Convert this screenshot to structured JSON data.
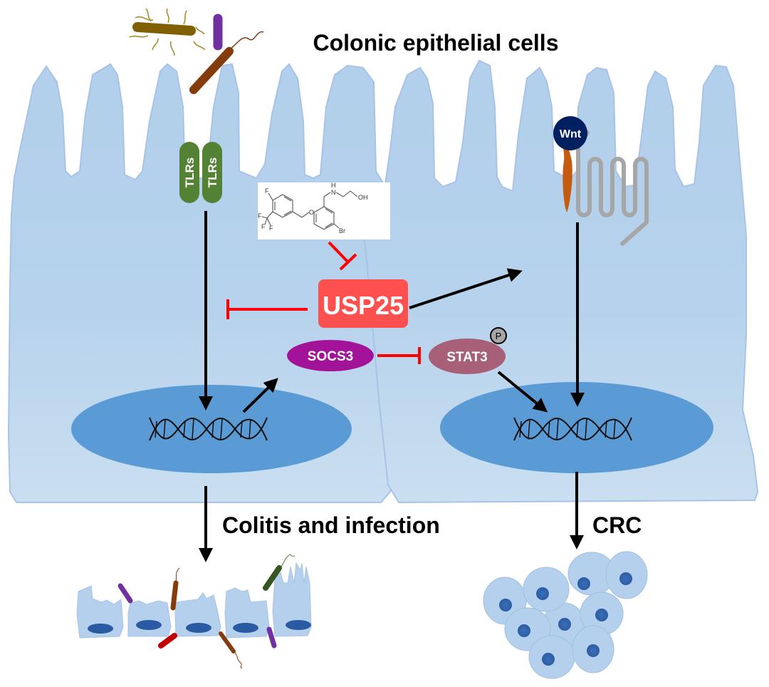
{
  "title": "Colonic epithelial cells",
  "labels": {
    "colitis": "Colitis and infection",
    "crc": "CRC"
  },
  "nodes": {
    "tlr1": "TLRs",
    "tlr2": "TLRs",
    "wnt": "Wnt",
    "usp25": "USP25",
    "socs3": "SOCS3",
    "stat3": "STAT3",
    "phospho": "P"
  },
  "drug_atoms": {
    "f_top": "F",
    "f1": "F",
    "f2": "F",
    "f3": "F",
    "o": "O",
    "nh_h": "H",
    "nh_n": "N",
    "oh": "OH",
    "br": "Br"
  },
  "edges": [
    {
      "from": "TLRs",
      "to": "nucleus-left",
      "type": "activation"
    },
    {
      "from": "nucleus-left",
      "to": "SOCS3",
      "type": "activation"
    },
    {
      "from": "SOCS3",
      "to": "STAT3",
      "type": "inhibition"
    },
    {
      "from": "STAT3",
      "to": "nucleus-right",
      "type": "activation"
    },
    {
      "from": "Wnt",
      "to": "nucleus-right",
      "type": "activation"
    },
    {
      "from": "USP25",
      "to": "TLR-pathway",
      "type": "inhibition"
    },
    {
      "from": "USP25",
      "to": "Wnt-receptor",
      "type": "activation"
    },
    {
      "from": "inhibitor-compound",
      "to": "USP25",
      "type": "inhibition"
    },
    {
      "from": "nucleus-left",
      "to": "Colitis and infection",
      "type": "activation"
    },
    {
      "from": "nucleus-right",
      "to": "CRC",
      "type": "activation"
    }
  ],
  "colors": {
    "cell_fill": "#b4d0ec",
    "cell_stroke": "#a9c3e8",
    "nucleus": "#5b9bd5",
    "tlr": "#548235",
    "wnt": "#002060",
    "frizzled": "#a6a6a6",
    "lrp": "#c55a11",
    "usp25": "#ff5050",
    "socs3": "#a3139a",
    "stat3": "#a86078",
    "inhibit": "#ff0000",
    "arrow": "#000000"
  }
}
